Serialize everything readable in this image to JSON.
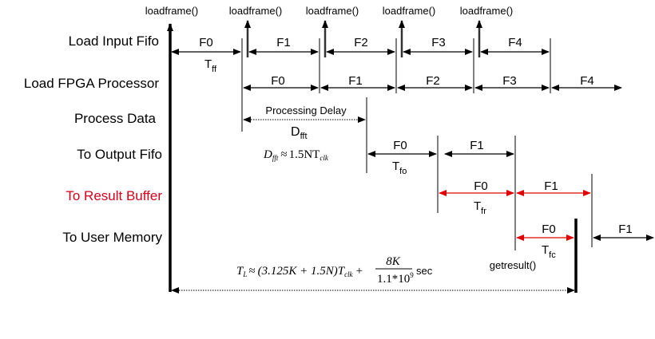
{
  "diagram": {
    "lane_labels": [
      {
        "text": "Load Input Fifo",
        "color": "#000000"
      },
      {
        "text": "Load FPGA Processor",
        "color": "#000000"
      },
      {
        "text": "Process Data",
        "color": "#000000"
      },
      {
        "text": "To Output Fifo",
        "color": "#000000"
      },
      {
        "text": "To Result Buffer",
        "color": "#d0021b"
      },
      {
        "text": "To User Memory",
        "color": "#000000"
      }
    ],
    "events": {
      "loadframe": "loadframe()",
      "getresult": "getresult()"
    },
    "frames": {
      "input_fifo": [
        "F0",
        "F1",
        "F2",
        "F3",
        "F4"
      ],
      "fpga_processor": [
        "F0",
        "F1",
        "F2",
        "F3",
        "F4"
      ],
      "output_fifo": [
        "F0",
        "F1"
      ],
      "result_buffer": [
        "F0",
        "F1"
      ],
      "user_memory": [
        "F0",
        "F1"
      ]
    },
    "timing": {
      "tff": {
        "base": "T",
        "sub": "ff"
      },
      "dfft": {
        "base": "D",
        "sub": "fft"
      },
      "tfo": {
        "base": "T",
        "sub": "fo"
      },
      "tfr": {
        "base": "T",
        "sub": "fr"
      },
      "tfc": {
        "base": "T",
        "sub": "fc"
      }
    },
    "processing_delay_label": "Processing Delay",
    "formula_dfft": {
      "lhs": "D",
      "lhs_sub": "fft",
      "approx": "≈",
      "rhs": "1.5NT",
      "rhs_sub": "clk"
    },
    "formula_total": {
      "lhs": "T",
      "lhs_sub": "L",
      "approx": "≈",
      "expr": "(3.125K + 1.5N)T",
      "expr_sub": "clk",
      "plus": "+",
      "numerator": "8K",
      "denominator": "1.1*10",
      "denominator_exp": "9",
      "unit": "sec"
    },
    "accent_color": "#d0021b"
  }
}
